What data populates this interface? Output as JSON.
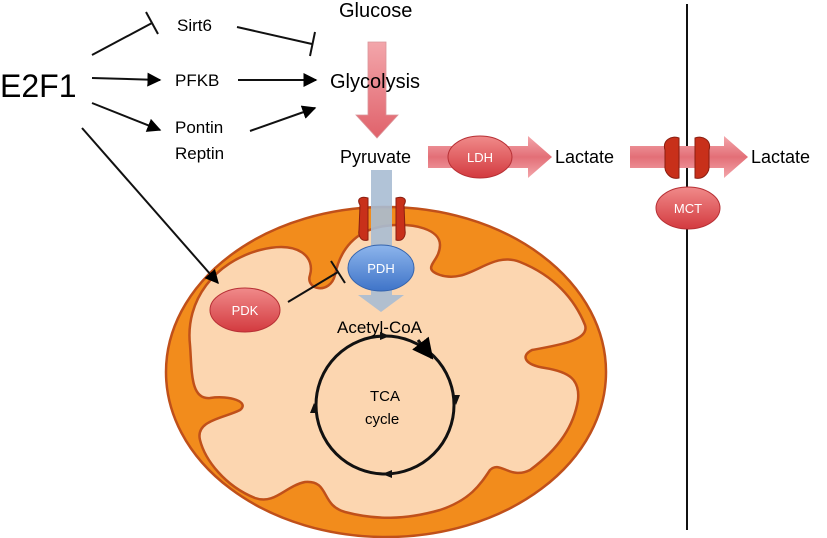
{
  "labels": {
    "e2f1": "E2F1",
    "sirt6": "Sirt6",
    "pfkb": "PFKB",
    "pontin": "Pontin",
    "reptin": "Reptin",
    "glucose": "Glucose",
    "glycolysis": "Glycolysis",
    "pyruvate": "Pyruvate",
    "ldh": "LDH",
    "lactate_in": "Lactate",
    "lactate_out": "Lactate",
    "mct": "MCT",
    "pdh": "PDH",
    "pdk": "PDK",
    "acetyl_coa": "Acetyl-CoA",
    "tca_line1": "TCA",
    "tca_line2": "cycle"
  },
  "colors": {
    "mito_outer": "#f28c1c",
    "mito_inner": "#fcd6b0",
    "mito_stroke": "#c0501a",
    "enzyme_red": "#e0474a",
    "enzyme_blue": "#5b8fd8",
    "flow_arrow": "#e3717a",
    "flow_arrow_blue": "#a9bcd3",
    "membrane": "#000000"
  }
}
